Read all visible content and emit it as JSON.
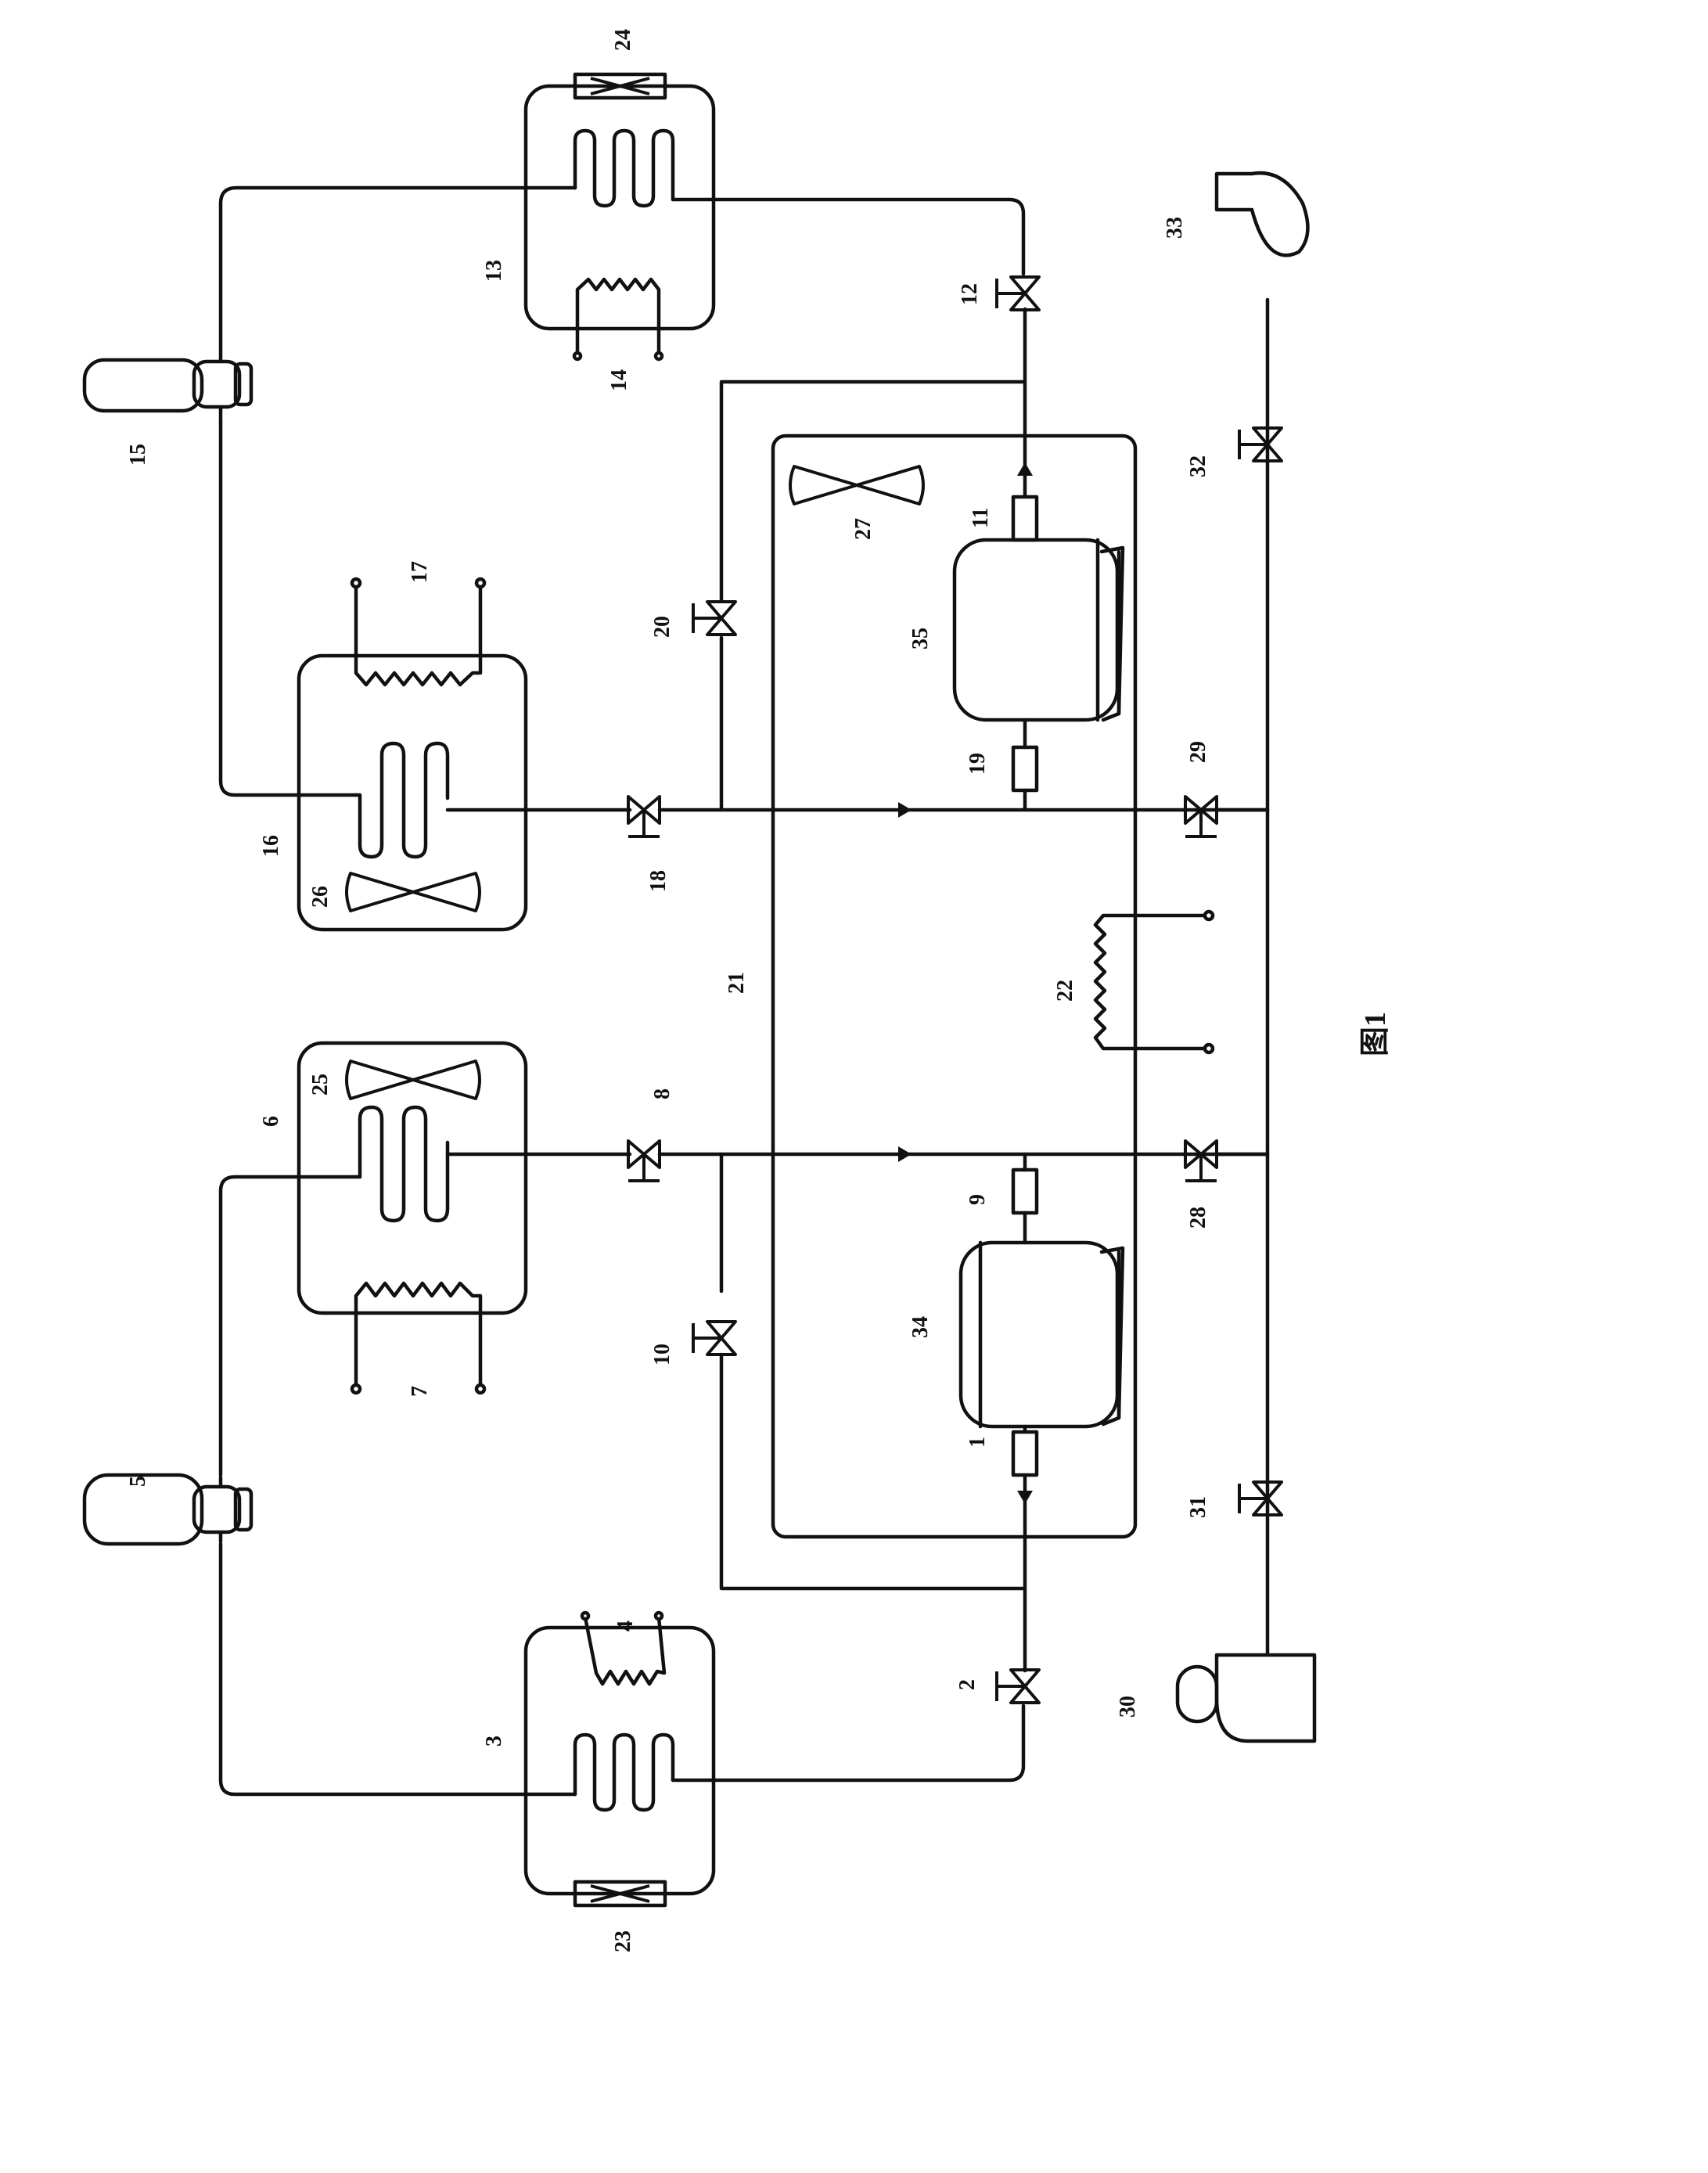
{
  "labels": {
    "l1": "1",
    "l2": "2",
    "l3": "3",
    "l4": "4",
    "l5": "5",
    "l6": "6",
    "l7": "7",
    "l8": "8",
    "l9": "9",
    "l10": "10",
    "l11": "11",
    "l12": "12",
    "l13": "13",
    "l14": "14",
    "l15": "15",
    "l16": "16",
    "l17": "17",
    "l18": "18",
    "l19": "19",
    "l20": "20",
    "l21": "21",
    "l22": "22",
    "l23": "23",
    "l24": "24",
    "l25": "25",
    "l26": "26",
    "l27": "27",
    "l28": "28",
    "l29": "29",
    "l30": "30",
    "l31": "31",
    "l32": "32",
    "l33": "33",
    "l34": "34",
    "l35": "35"
  },
  "caption": "图1"
}
